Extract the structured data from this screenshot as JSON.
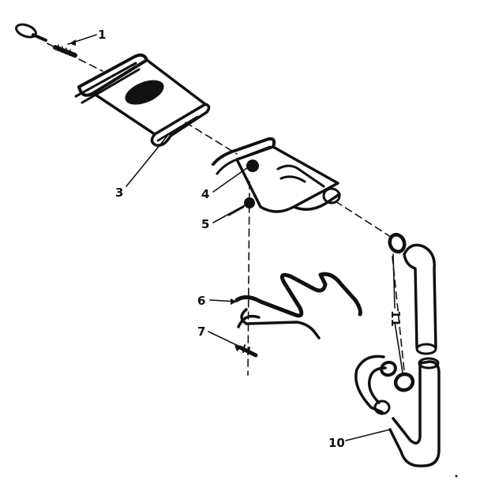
{
  "labels": {
    "part_1": "1",
    "part_3": "3",
    "part_4": "4",
    "part_5": "5",
    "part_6": "6",
    "part_7": "7",
    "part_10": "10",
    "part_11": "11"
  },
  "colors": {
    "ink": "#111111",
    "paper": "#ffffff"
  }
}
